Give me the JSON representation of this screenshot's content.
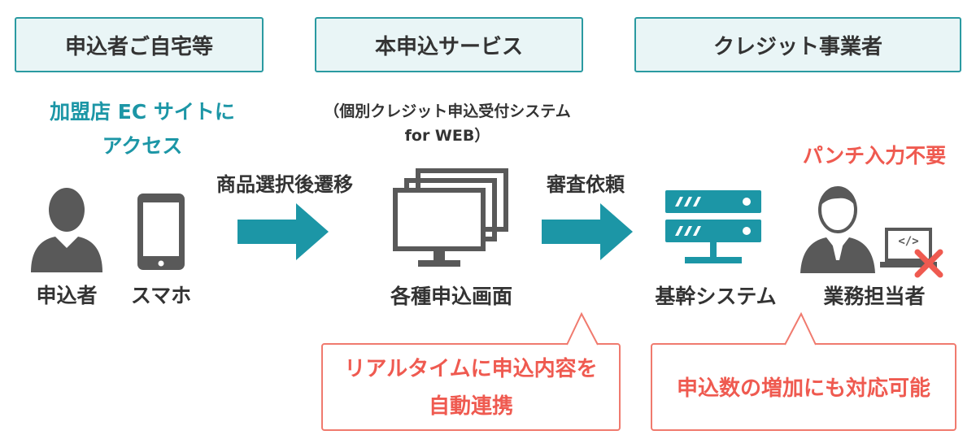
{
  "headers": {
    "home": "申込者ご自宅等",
    "service": "本申込サービス",
    "credit": "クレジット事業者"
  },
  "left": {
    "access_line1": "加盟店 EC サイトに",
    "access_line2": "アクセス",
    "applicant_label": "申込者",
    "phone_label": "スマホ"
  },
  "arrows": {
    "transition": "商品選択後遷移",
    "review_request": "審査依頼"
  },
  "center": {
    "system_line1": "（個別クレジット申込受付システム",
    "system_line2": "for WEB）",
    "screens_label": "各種申込画面"
  },
  "right": {
    "no_punch": "パンチ入力不要",
    "core_system_label": "基幹システム",
    "staff_label": "業務担当者",
    "code_glyph": "</>"
  },
  "callouts": {
    "realtime_line1": "リアルタイムに申込内容を",
    "realtime_line2": "自動連携",
    "scalable": "申込数の増加にも対応可能"
  },
  "colors": {
    "teal": "#1c96a6",
    "icon_gray": "#595959",
    "accent_red": "#ef5a50"
  }
}
